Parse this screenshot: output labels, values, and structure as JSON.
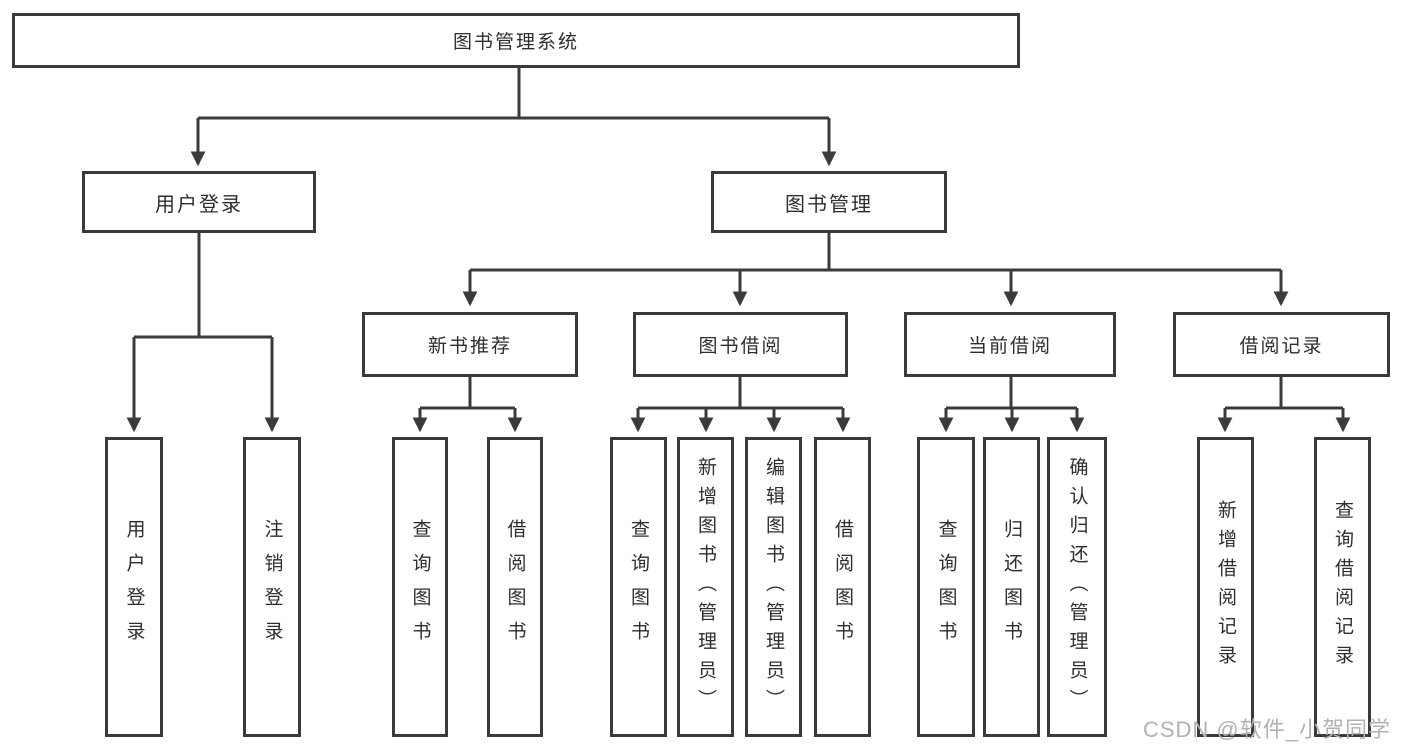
{
  "colors": {
    "line": "#3b3b3b",
    "box_border": "#3a3a3a",
    "text": "#2e2e2e",
    "watermark": "#b2b2b2",
    "background": "#ffffff"
  },
  "root": {
    "label": "图书管理系统"
  },
  "login": {
    "label": "用户登录",
    "children": [
      {
        "label": "用户登录"
      },
      {
        "label": "注销登录"
      }
    ]
  },
  "manage": {
    "label": "图书管理",
    "children": [
      {
        "label": "新书推荐",
        "children": [
          {
            "label": "查询图书"
          },
          {
            "label": "借阅图书"
          }
        ]
      },
      {
        "label": "图书借阅",
        "children": [
          {
            "label": "查询图书"
          },
          {
            "label": "新增图书（管理员）"
          },
          {
            "label": "编辑图书（管理员）"
          },
          {
            "label": "借阅图书"
          }
        ]
      },
      {
        "label": "当前借阅",
        "children": [
          {
            "label": "查询图书"
          },
          {
            "label": "归还图书"
          },
          {
            "label": "确认归还（管理员）"
          }
        ]
      },
      {
        "label": "借阅记录",
        "children": [
          {
            "label": "新增借阅记录"
          },
          {
            "label": "查询借阅记录"
          }
        ]
      }
    ]
  },
  "watermark": "CSDN @软件_小贺同学"
}
